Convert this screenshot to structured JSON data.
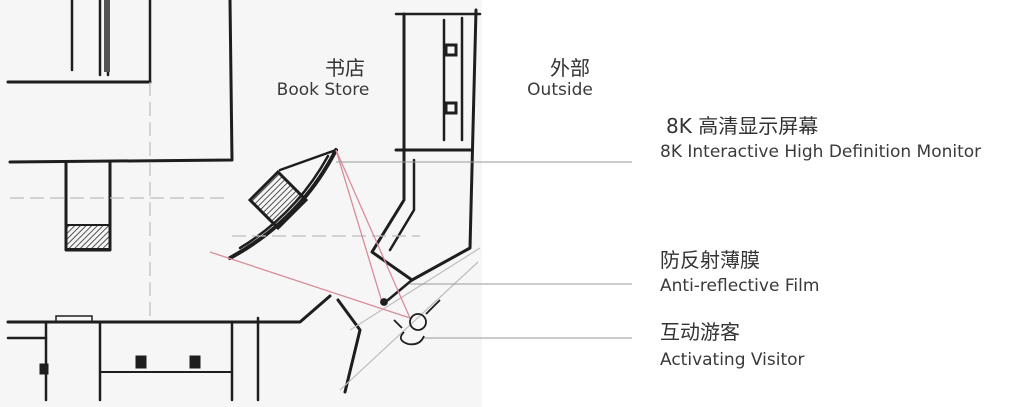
{
  "zones": {
    "book_store": {
      "zh": "书店",
      "en": "Book Store"
    },
    "outside": {
      "zh": "外部",
      "en": "Outside"
    }
  },
  "callouts": {
    "monitor": {
      "zh": "8K 高清显示屏幕",
      "en": "8K Interactive High Definition Monitor"
    },
    "film": {
      "zh": "防反射薄膜",
      "en": "Anti-reflective Film"
    },
    "visitor": {
      "zh": "互动游客",
      "en": "Activating Visitor"
    }
  },
  "colors": {
    "ink": "#1e1e1e",
    "pencil": "#bdbdbd",
    "view_line": "#d98c9a",
    "callout_line": "#9a9a9a",
    "text": "#333333"
  }
}
